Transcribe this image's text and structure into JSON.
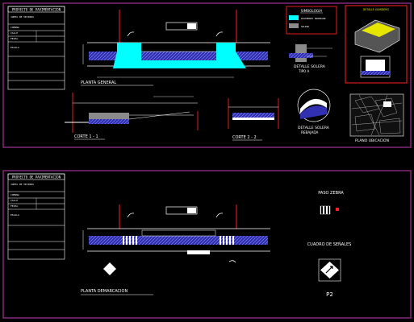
{
  "colors": {
    "frame": "#a4329a",
    "red": "#ff1f1f",
    "cyan": "#00ffff",
    "hatch_fill": "#3030b0",
    "white": "#ffffff",
    "yellow": "#e6e600",
    "grey": "#8a8a8a",
    "green": "#2a7a2a"
  },
  "sheet1": {
    "title_block": {
      "header": "PROYECTO DE PAVIMENTACION",
      "rows": [
        "JUNTA DE VECINOS",
        "COMUNA",
        "CALLE",
        "FECHA",
        "ESCALA"
      ]
    },
    "planta_label": "PLANTA GENERAL",
    "simbologia": {
      "title": "SIMBOLOGIA",
      "items": [
        "PAVIMENTO HORMIGON",
        "SOLERA"
      ]
    },
    "detalle_solera": {
      "line1": "DETALLE SOLERA",
      "line2": "TIPO A"
    },
    "detail_box_title": "DETALLE SUMIDERO",
    "corte1_label": "CORTE 1 - 1",
    "corte2_label": "CORTE 2 - 2",
    "detalle_solera_rebajada": {
      "line1": "DETALLE SOLERA",
      "line2": "REBAJADA"
    },
    "plano_ubicacion": "PLANO UBICACION"
  },
  "sheet2": {
    "title_block": {
      "header": "PROYECTO DE PAVIMENTACION",
      "rows": [
        "JUNTA DE VECINOS",
        "COMUNA",
        "CALLE",
        "FECHA",
        "ESCALA"
      ]
    },
    "planta_label": "PLANTA DEMARCACION",
    "paso_cebra": "PASO ZEBRA",
    "cuadro_senales": "CUADRO DE SEÑALES",
    "sign_code": "P2"
  }
}
